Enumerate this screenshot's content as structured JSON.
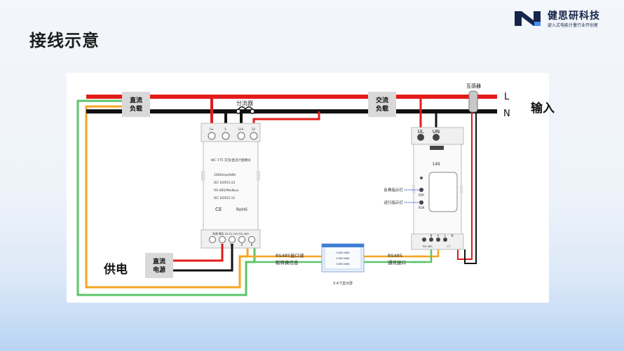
{
  "page": {
    "title": "接线示意"
  },
  "brand": {
    "name": "健思研科技",
    "slogan": "嵌入式电能计量行业开创者"
  },
  "labels": {
    "input": "输入",
    "power_supply": "供电",
    "line_L": "L",
    "line_N": "N",
    "dc_load": "直流\n负载",
    "ac_load": "交流\n负载",
    "dc_power": "直流\n电源",
    "shunt": "分流器",
    "transformer": "互感器"
  },
  "dc_meter": {
    "top_terminals": [
      "I+",
      "I-",
      "U+",
      "U-"
    ],
    "model": "WC-775 交流/直流计量模块",
    "specs": [
      "1000imp/kWh",
      "IEC 62053-22",
      "RS-485/Modbus",
      "IEC 62052-11"
    ],
    "certs": [
      "CE",
      "RoHS"
    ],
    "bottom_header": "电源 输出 DC12-24V RS-485",
    "bottom_terminals": [
      "V-",
      "V+",
      "A",
      "B"
    ]
  },
  "ac_meter": {
    "top_terminals": [
      "UL",
      "UN"
    ],
    "number": "149",
    "indicators": [
      {
        "label": "反角指示灯",
        "code": "RDY"
      },
      {
        "label": "运行指示灯",
        "code": "RUN"
      }
    ],
    "bottom_terminals": [
      "B",
      "A",
      "L",
      "N"
    ],
    "bottom_groups": [
      "RS-485",
      "CT"
    ]
  },
  "display": {
    "rows": [
      "0.000 kWh",
      "0.000 kWh",
      "0.000 kWh"
    ],
    "caption": "3.4寸显示屏"
  },
  "rs485_left": "RS485接口读\n取转换信息",
  "rs485_right": "RS485\n通讯接口",
  "colors": {
    "live": "#e31b1b",
    "neutral": "#111111",
    "orange": "#f5a623",
    "green": "#5cc46a",
    "box": "#d9d9d9",
    "brand": "#15244a"
  }
}
